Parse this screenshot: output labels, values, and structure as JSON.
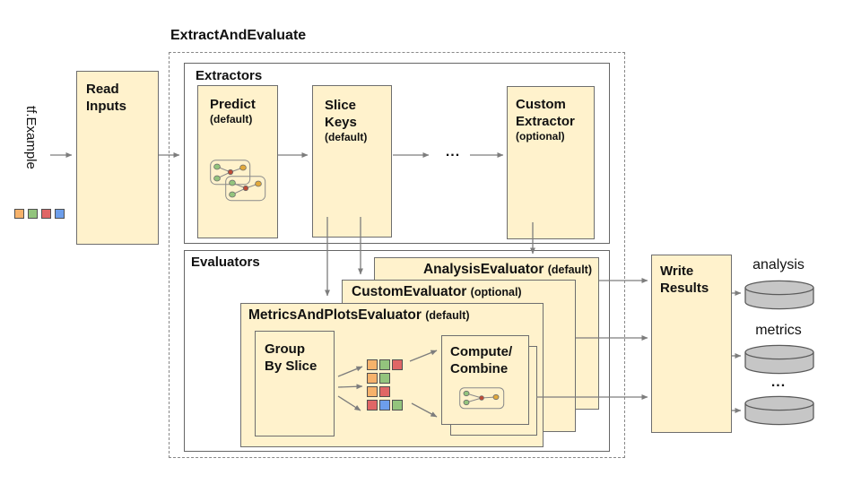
{
  "palette": {
    "box_fill": "#FFF2CC",
    "box_border": "#6e6e6e",
    "arrow": "#7d7d7d",
    "cylinder_fill": "#c6c6c6",
    "orange": "#F6B26B",
    "green": "#93C47D",
    "red": "#E06666",
    "blue": "#6D9EEB"
  },
  "title": "ExtractAndEvaluate",
  "input": {
    "label": "tf.Example",
    "squares": [
      "orange",
      "green",
      "red",
      "blue"
    ]
  },
  "read_inputs": {
    "lines": [
      "Read",
      "Inputs"
    ]
  },
  "extractors": {
    "label": "Extractors",
    "predict": {
      "name": "Predict",
      "qualifier": "(default)"
    },
    "slice_keys": {
      "lines": [
        "Slice",
        "Keys"
      ],
      "qualifier": "(default)"
    },
    "ellipsis": "...",
    "custom": {
      "lines": [
        "Custom",
        "Extractor"
      ],
      "qualifier": "(optional)"
    }
  },
  "evaluators": {
    "label": "Evaluators",
    "analysis": {
      "name": "AnalysisEvaluator",
      "qualifier": "(default)"
    },
    "custom": {
      "name": "CustomEvaluator",
      "qualifier": "(optional)"
    },
    "metrics_plots": {
      "name": "MetricsAndPlotsEvaluator",
      "qualifier": "(default)"
    },
    "group_by_slice": {
      "lines": [
        "Group",
        "By Slice"
      ]
    },
    "compute_combine": {
      "lines": [
        "Compute/",
        "Combine"
      ]
    },
    "slice_grid": [
      [
        "orange",
        "green",
        "red"
      ],
      [
        "orange",
        "green"
      ],
      [
        "orange",
        "red"
      ],
      [
        "red",
        "blue",
        "green"
      ]
    ]
  },
  "write_results": {
    "lines": [
      "Write",
      "Results"
    ]
  },
  "outputs": {
    "labels": [
      "analysis",
      "metrics",
      "..."
    ]
  }
}
